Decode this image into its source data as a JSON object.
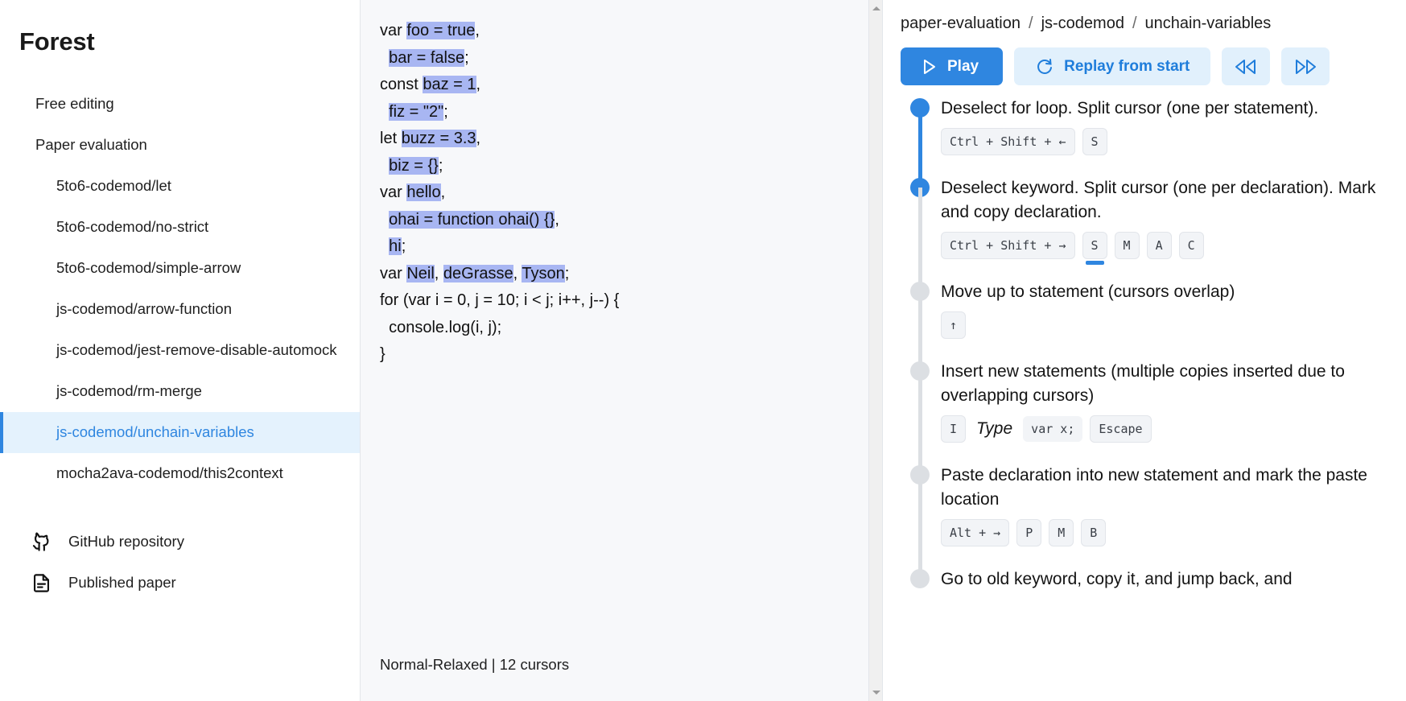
{
  "sidebar": {
    "brand": "Forest",
    "items": [
      {
        "label": "Free editing",
        "level": 1,
        "selected": false
      },
      {
        "label": "Paper evaluation",
        "level": 1,
        "selected": false
      },
      {
        "label": "5to6-codemod/let",
        "level": 2,
        "selected": false
      },
      {
        "label": "5to6-codemod/no-strict",
        "level": 2,
        "selected": false
      },
      {
        "label": "5to6-codemod/simple-arrow",
        "level": 2,
        "selected": false
      },
      {
        "label": "js-codemod/arrow-function",
        "level": 2,
        "selected": false
      },
      {
        "label": "js-codemod/jest-remove-disable-automock",
        "level": 2,
        "selected": false
      },
      {
        "label": "js-codemod/rm-merge",
        "level": 2,
        "selected": false
      },
      {
        "label": "js-codemod/unchain-variables",
        "level": 2,
        "selected": true
      },
      {
        "label": "mocha2ava-codemod/this2context",
        "level": 2,
        "selected": false
      }
    ],
    "footer_links": [
      {
        "label": "GitHub repository",
        "icon": "github-icon"
      },
      {
        "label": "Published paper",
        "icon": "document-icon"
      }
    ],
    "selected_color": "#2f86e0",
    "selected_bg": "#e4f2fd"
  },
  "editor": {
    "status": "Normal-Relaxed | 12 cursors",
    "selection_color": "#a8b6f2",
    "lines": [
      [
        {
          "t": "var ",
          "sel": false
        },
        {
          "t": "foo = true",
          "sel": true
        },
        {
          "t": ",",
          "sel": false
        }
      ],
      [
        {
          "t": "  ",
          "sel": false
        },
        {
          "t": "bar = false",
          "sel": true
        },
        {
          "t": ";",
          "sel": false
        }
      ],
      [
        {
          "t": "const ",
          "sel": false
        },
        {
          "t": "baz = 1",
          "sel": true
        },
        {
          "t": ",",
          "sel": false
        }
      ],
      [
        {
          "t": "  ",
          "sel": false
        },
        {
          "t": "fiz = \"2\"",
          "sel": true
        },
        {
          "t": ";",
          "sel": false
        }
      ],
      [
        {
          "t": "let ",
          "sel": false
        },
        {
          "t": "buzz = 3.3",
          "sel": true
        },
        {
          "t": ",",
          "sel": false
        }
      ],
      [
        {
          "t": "  ",
          "sel": false
        },
        {
          "t": "biz = {}",
          "sel": true
        },
        {
          "t": ";",
          "sel": false
        }
      ],
      [
        {
          "t": "var ",
          "sel": false
        },
        {
          "t": "hello",
          "sel": true
        },
        {
          "t": ",",
          "sel": false
        }
      ],
      [
        {
          "t": "  ",
          "sel": false
        },
        {
          "t": "ohai = function ohai() {}",
          "sel": true
        },
        {
          "t": ",",
          "sel": false
        }
      ],
      [
        {
          "t": "  ",
          "sel": false
        },
        {
          "t": "hi",
          "sel": true
        },
        {
          "t": ";",
          "sel": false
        }
      ],
      [
        {
          "t": "var ",
          "sel": false
        },
        {
          "t": "Neil",
          "sel": true
        },
        {
          "t": ", ",
          "sel": false
        },
        {
          "t": "deGrasse",
          "sel": true
        },
        {
          "t": ", ",
          "sel": false
        },
        {
          "t": "Tyson",
          "sel": true
        },
        {
          "t": ";",
          "sel": false
        }
      ],
      [
        {
          "t": "for (var i = 0, j = 10; i < j; i++, j--) {",
          "sel": false
        }
      ],
      [
        {
          "t": "  console.log(i, j);",
          "sel": false
        }
      ],
      [
        {
          "t": "}",
          "sel": false
        }
      ]
    ]
  },
  "right": {
    "breadcrumb": [
      "paper-evaluation",
      "js-codemod",
      "unchain-variables"
    ],
    "breadcrumb_sep": "/",
    "toolbar": {
      "play_label": "Play",
      "replay_label": "Replay from start",
      "prev_label": "",
      "next_label": "",
      "accent": "#2f86e0",
      "accent_soft": "#e1f0fc"
    },
    "steps": [
      {
        "text": "Deselect for loop. Split cursor (one per statement).",
        "state": "done",
        "keys": [
          {
            "label": "Ctrl + Shift + ←",
            "type": "key",
            "active": false
          },
          {
            "label": "S",
            "type": "key",
            "active": false
          }
        ]
      },
      {
        "text": "Deselect keyword. Split cursor (one per declaration). Mark and copy declaration.",
        "state": "current",
        "keys": [
          {
            "label": "Ctrl + Shift + →",
            "type": "key",
            "active": false
          },
          {
            "label": "S",
            "type": "key",
            "active": true
          },
          {
            "label": "M",
            "type": "key",
            "active": false
          },
          {
            "label": "A",
            "type": "key",
            "active": false
          },
          {
            "label": "C",
            "type": "key",
            "active": false
          }
        ]
      },
      {
        "text": "Move up to statement (cursors overlap)",
        "state": "todo",
        "keys": [
          {
            "label": "↑",
            "type": "key",
            "active": false
          }
        ]
      },
      {
        "text": "Insert new statements (multiple copies inserted due to overlapping cursors)",
        "state": "todo",
        "keys": [
          {
            "label": "I",
            "type": "key",
            "active": false
          },
          {
            "label": "Type",
            "type": "label",
            "active": false
          },
          {
            "label": "var x;",
            "type": "code",
            "active": false
          },
          {
            "label": "Escape",
            "type": "key",
            "active": false
          }
        ]
      },
      {
        "text": "Paste declaration into new statement and mark the paste location",
        "state": "todo",
        "keys": [
          {
            "label": "Alt + →",
            "type": "key",
            "active": false
          },
          {
            "label": "P",
            "type": "key",
            "active": false
          },
          {
            "label": "M",
            "type": "key",
            "active": false
          },
          {
            "label": "B",
            "type": "key",
            "active": false
          }
        ]
      },
      {
        "text": "Go to old keyword, copy it, and jump back, and",
        "state": "todo",
        "keys": []
      }
    ]
  }
}
